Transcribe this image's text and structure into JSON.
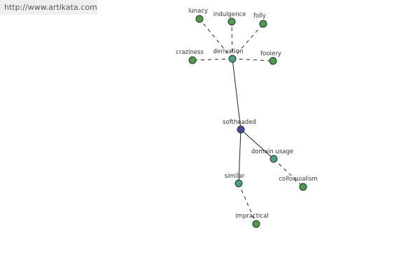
{
  "watermark": {
    "url": "http://www.artikata.com"
  },
  "colors": {
    "root": "#4a4aa0",
    "relation": "#4f9a92",
    "leaf": "#4f9a4f",
    "edge": "#222222",
    "node_outline": "#1e3a1e"
  },
  "graph": {
    "root": "softheaded",
    "nodes": [
      {
        "id": "softheaded",
        "label": "softheaded",
        "role": "root"
      },
      {
        "id": "derivation",
        "label": "derivation",
        "role": "relation"
      },
      {
        "id": "domain_usage",
        "label": "domain usage",
        "role": "relation"
      },
      {
        "id": "similar",
        "label": "similar",
        "role": "relation"
      },
      {
        "id": "lunacy",
        "label": "lunacy",
        "role": "word"
      },
      {
        "id": "indulgence",
        "label": "indulgence",
        "role": "word"
      },
      {
        "id": "folly",
        "label": "folly",
        "role": "word"
      },
      {
        "id": "craziness",
        "label": "craziness",
        "role": "word"
      },
      {
        "id": "foolery",
        "label": "foolery",
        "role": "word"
      },
      {
        "id": "colloquialism",
        "label": "colloquialism",
        "role": "word"
      },
      {
        "id": "impractical",
        "label": "impractical",
        "role": "word"
      }
    ],
    "edges": [
      {
        "from": "softheaded",
        "to": "derivation",
        "style": "solid"
      },
      {
        "from": "softheaded",
        "to": "domain_usage",
        "style": "solid"
      },
      {
        "from": "softheaded",
        "to": "similar",
        "style": "solid"
      },
      {
        "from": "derivation",
        "to": "lunacy",
        "style": "dashed"
      },
      {
        "from": "derivation",
        "to": "indulgence",
        "style": "dashed"
      },
      {
        "from": "derivation",
        "to": "folly",
        "style": "dashed"
      },
      {
        "from": "derivation",
        "to": "craziness",
        "style": "dashed"
      },
      {
        "from": "derivation",
        "to": "foolery",
        "style": "dashed"
      },
      {
        "from": "domain_usage",
        "to": "colloquialism",
        "style": "dashed"
      },
      {
        "from": "similar",
        "to": "impractical",
        "style": "dashed"
      }
    ]
  }
}
